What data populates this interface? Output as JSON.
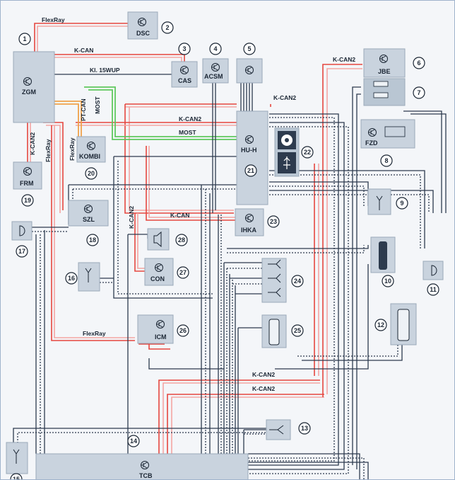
{
  "units": {
    "zgm": {
      "label": "ZGM",
      "num": "1"
    },
    "dsc": {
      "label": "DSC",
      "num": "2"
    },
    "cas": {
      "label": "CAS",
      "num": "3"
    },
    "acsm": {
      "label": "ACSM",
      "num": "4"
    },
    "unit5": {
      "label": "",
      "num": "5"
    },
    "jbe": {
      "label": "JBE",
      "num": "6"
    },
    "unit7": {
      "label": "",
      "num": "7"
    },
    "fzd": {
      "label": "FZD",
      "num": "8"
    },
    "ant9": {
      "label": "",
      "num": "9"
    },
    "unit10": {
      "label": "",
      "num": "10"
    },
    "mic11": {
      "label": "",
      "num": "11"
    },
    "unit12": {
      "label": "",
      "num": "12"
    },
    "ant13": {
      "label": "",
      "num": "13"
    },
    "unit14": {
      "label": "",
      "num": "14"
    },
    "tcb": {
      "label": "TCB",
      "num": ""
    },
    "ant15": {
      "label": "",
      "num": "15"
    },
    "ant16": {
      "label": "",
      "num": "16"
    },
    "mic17": {
      "label": "",
      "num": "17"
    },
    "szl": {
      "label": "SZL",
      "num": "18"
    },
    "frm": {
      "label": "FRM",
      "num": "19"
    },
    "kombi": {
      "label": "KOMBI",
      "num": "20"
    },
    "huh": {
      "label": "HU-H",
      "num": "21"
    },
    "unit22": {
      "label": "",
      "num": "22"
    },
    "ihka": {
      "label": "IHKA",
      "num": "23"
    },
    "ant24": {
      "label": "",
      "num": "24"
    },
    "unit25": {
      "label": "",
      "num": "25"
    },
    "icm": {
      "label": "ICM",
      "num": "26"
    },
    "con": {
      "label": "CON",
      "num": "27"
    },
    "spk28": {
      "label": "",
      "num": "28"
    }
  },
  "buses": {
    "flexray_top": "FlexRay",
    "kcan_top": "K-CAN",
    "kl15": "Kl. 15WUP",
    "kcan2_jbe": "K-CAN2",
    "kcan2_hu": "K-CAN2",
    "kcan2_mid": "K-CAN2",
    "most_mid": "MOST",
    "ptcan": "PT-CAN",
    "most_v": "MOST",
    "flexray_v": "FlexRay",
    "kcan2_v_left": "K-CAN2",
    "flexray_v_left": "FlexRay",
    "kcan2_v_mid": "K-CAN2",
    "kcan_ihka": "K-CAN",
    "flexray_icm": "FlexRay",
    "kcan2_low1": "K-CAN2",
    "kcan2_low2": "K-CAN2"
  },
  "colors": {
    "bus_red": "#e5463f",
    "bus_light_red": "#f3a5a2",
    "most_green": "#5fc95f",
    "ptcan_orange": "#f0a24a",
    "wire_dark": "#2d3b4e",
    "box": "#c9d3de"
  },
  "icons": {
    "controller": "transistor-icon",
    "antenna": "antenna-icon",
    "microphone": "microphone-icon",
    "speaker": "speaker-icon",
    "usb": "usb-icon",
    "cd": "disc-icon",
    "phone": "phone-icon",
    "fuse": "fuse-icon"
  }
}
